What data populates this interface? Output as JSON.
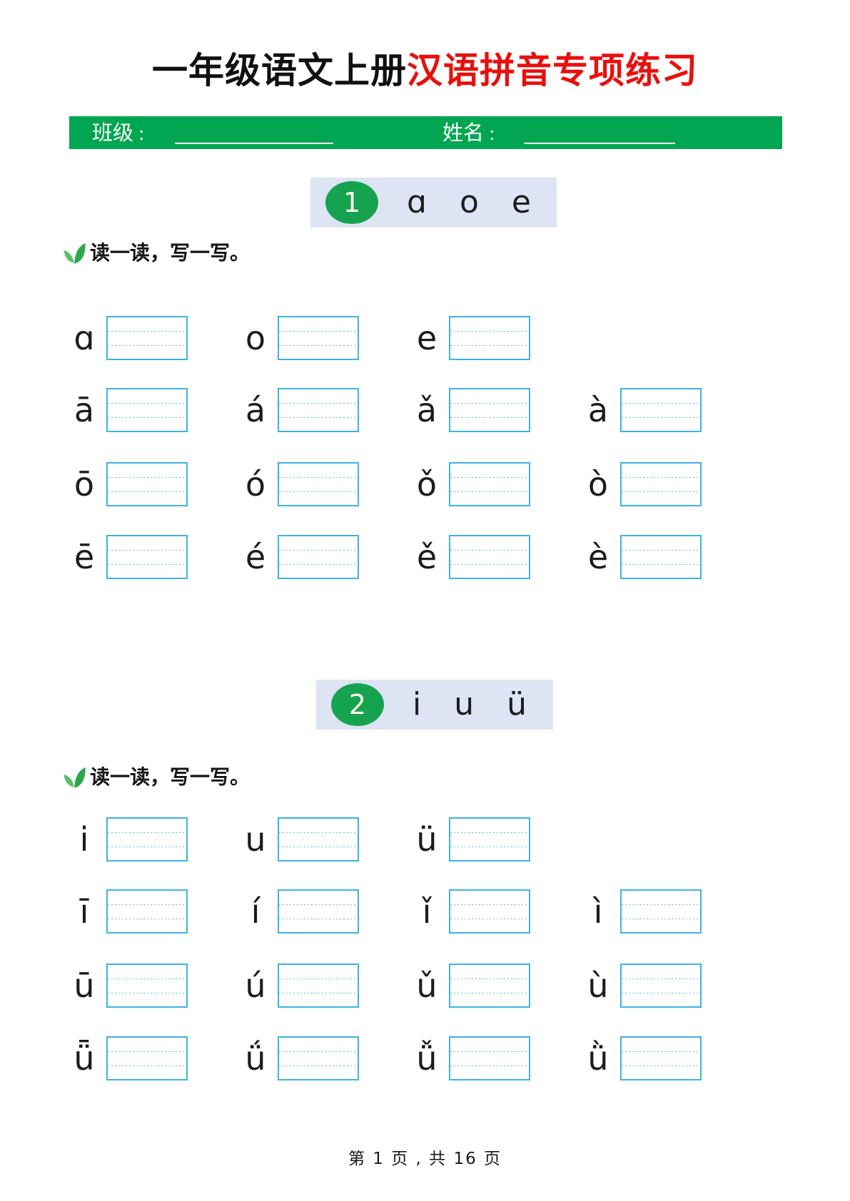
{
  "page": {
    "title_black": "一年级语文上册",
    "title_red": "汉语拼音专项练习",
    "footer": "第 1 页 , 共 16 页"
  },
  "header_bar": {
    "class_label": "班级 :",
    "name_label": "姓名 :"
  },
  "prompt_text": "读一读，写一写。",
  "sections": [
    {
      "number": "1",
      "letters": [
        "ɑ",
        "o",
        "e"
      ],
      "rows": [
        {
          "cells": [
            "ɑ",
            "o",
            "e"
          ]
        },
        {
          "cells": [
            "ā",
            "á",
            "ǎ",
            "à"
          ]
        },
        {
          "cells": [
            "ō",
            "ó",
            "ǒ",
            "ò"
          ]
        },
        {
          "cells": [
            "ē",
            "é",
            "ě",
            "è"
          ]
        }
      ]
    },
    {
      "number": "2",
      "letters": [
        "i",
        "u",
        "ü"
      ],
      "rows": [
        {
          "cells": [
            "i",
            "u",
            "ü"
          ]
        },
        {
          "cells": [
            "ī",
            "í",
            "ǐ",
            "ì"
          ]
        },
        {
          "cells": [
            "ū",
            "ú",
            "ǔ",
            "ù"
          ]
        },
        {
          "cells": [
            "ǖ",
            "ǘ",
            "ǚ",
            "ǜ"
          ]
        }
      ]
    }
  ],
  "colors": {
    "banner_green": "#00a651",
    "badge_circle_green": "#16a34f",
    "title_red": "#e8100c",
    "badge_background": "#dde4f3",
    "writing_box_blue": "#3eb2e6",
    "leaf_green": "#2ea84d"
  }
}
